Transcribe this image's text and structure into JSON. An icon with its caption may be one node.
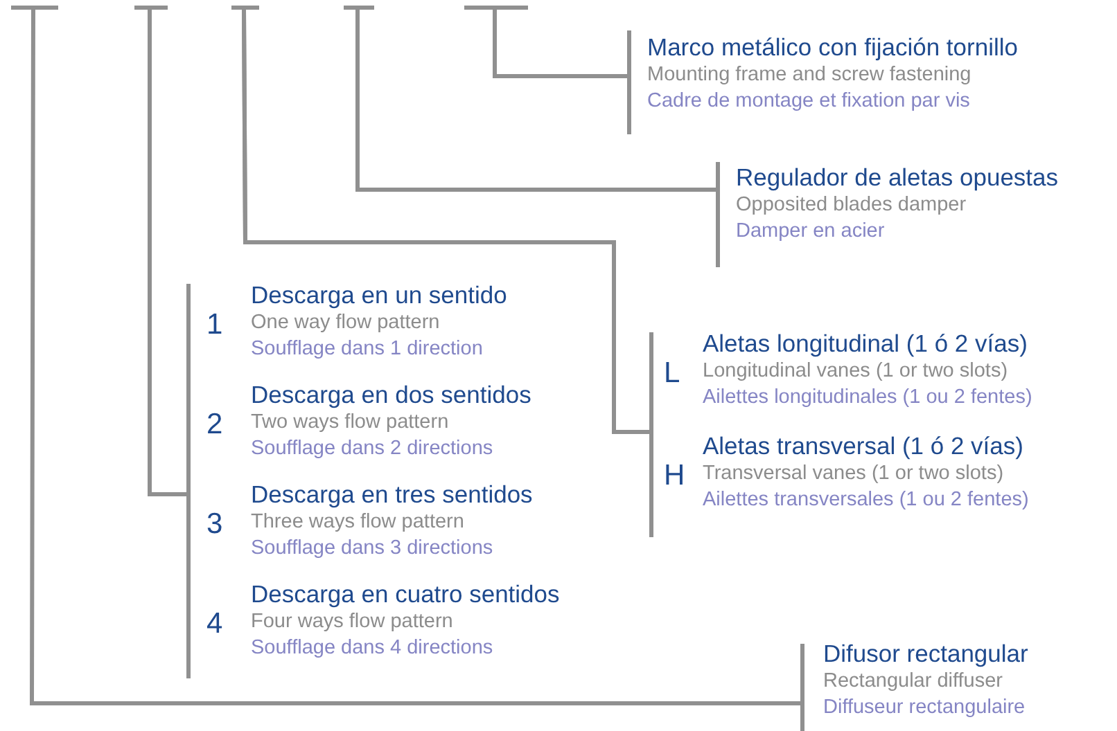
{
  "diagram": {
    "nodes": [
      {
        "text": [],
        "shape": "bar"
      },
      {
        "text": [],
        "shape": "bar"
      },
      {
        "text": [],
        "shape": "bar"
      },
      {
        "text": [],
        "shape": "bar"
      },
      {
        "text": [],
        "shape": "bar"
      },
      {
        "text": [
          "Marco metálico con fijación tornillo",
          "Mounting frame and screw fastening",
          "Cadre de montage et fixation par vis"
        ]
      },
      {
        "text": [
          "Regulador de aletas opuestas",
          "Opposited  blades damper",
          "Damper en acier"
        ]
      },
      {
        "text": [
          "1",
          "Descarga en un sentido",
          "One way flow pattern",
          "Soufflage dans 1 direction"
        ]
      },
      {
        "text": [
          "2",
          "Descarga en dos sentidos",
          "Two ways flow pattern",
          "Soufflage dans 2 directions"
        ]
      },
      {
        "text": [
          "3",
          "Descarga en tres sentidos",
          "Three ways flow pattern",
          "Soufflage dans 3 directions"
        ]
      },
      {
        "text": [
          "4",
          "Descarga en cuatro sentidos",
          "Four ways flow pattern",
          "Soufflage dans 4 directions"
        ]
      },
      {
        "text": [
          "L",
          "Aletas longitudinal (1 ó 2 vías)",
          "Longitudinal vanes (1 or two slots)",
          "Ailettes longitudinales (1 ou 2 fentes)"
        ]
      },
      {
        "text": [
          "H",
          "Aletas transversal (1 ó 2 vías)",
          "Transversal vanes (1 or two slots)",
          "Ailettes transversales (1 ou 2 fentes)"
        ]
      },
      {
        "text": [
          "Difusor rectangular",
          "Rectangular diffuser",
          "Diffuseur rectangulaire"
        ]
      }
    ],
    "edges": [
      {
        "from": 4,
        "to": 5,
        "arrow": "none"
      },
      {
        "from": 3,
        "to": 6,
        "arrow": "none"
      },
      {
        "from": 2,
        "to": 11,
        "arrow": "none"
      },
      {
        "from": 2,
        "to": 12,
        "arrow": "none"
      },
      {
        "from": 1,
        "to": 7,
        "arrow": "none"
      },
      {
        "from": 1,
        "to": 8,
        "arrow": "none"
      },
      {
        "from": 1,
        "to": 9,
        "arrow": "none"
      },
      {
        "from": 1,
        "to": 10,
        "arrow": "none"
      },
      {
        "from": 0,
        "to": 13,
        "arrow": "none"
      }
    ]
  }
}
